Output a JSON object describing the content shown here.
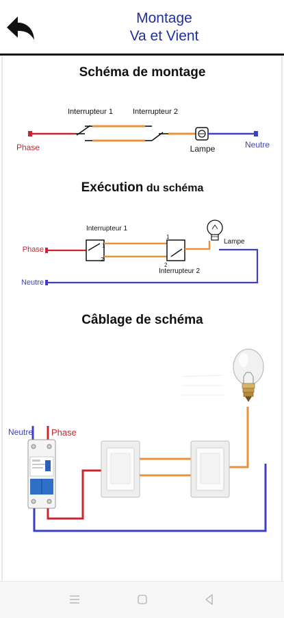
{
  "header": {
    "title_line1": "Montage",
    "title_line2": "Va et Vient",
    "back_icon": "back-arrow-icon"
  },
  "section1": {
    "title": "Schéma de montage",
    "switch1": "Interrupteur 1",
    "switch2": "Interrupteur 2",
    "phase": "Phase",
    "lamp": "Lampe",
    "neutral": "Neutre"
  },
  "section2": {
    "title_a": "Exécution",
    "title_b": " du schéma",
    "switch1": "Interrupteur 1",
    "switch2": "Interrupteur 2",
    "phase": "Phase",
    "lamp": "Lampe",
    "neutral": "Neutre",
    "terminal_1": "1",
    "terminal_2": "2"
  },
  "section3": {
    "title": "Câblage de schéma",
    "neutral": "Neutre",
    "phase": "Phase"
  },
  "colors": {
    "phase_wire": "#c8252e",
    "neutral_wire": "#3b3fc4",
    "traveler_wire": "#e8913a",
    "title_blue": "#1f2f9c"
  },
  "nav": {
    "menu_icon": "menu-lines-icon",
    "home_icon": "home-square-icon",
    "back_icon": "back-triangle-icon"
  }
}
